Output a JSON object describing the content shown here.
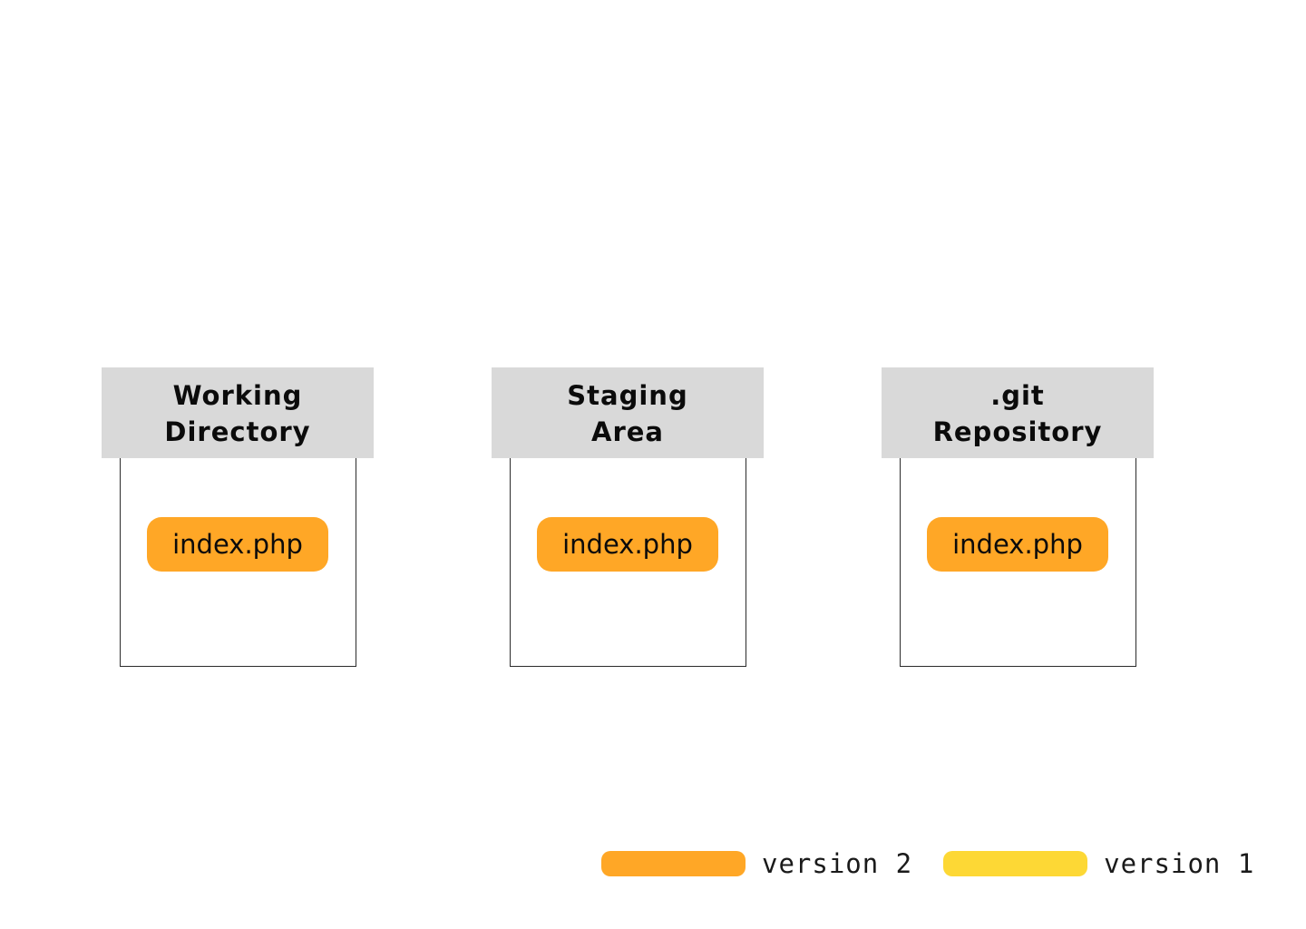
{
  "colors": {
    "version_2": "#ffa726",
    "version_1": "#fdd835",
    "header_bg": "#d9d9d9"
  },
  "areas": [
    {
      "title_line1": "Working",
      "title_line2": "Directory",
      "file": "index.php",
      "file_version": "version_2"
    },
    {
      "title_line1": "Staging",
      "title_line2": "Area",
      "file": "index.php",
      "file_version": "version_2"
    },
    {
      "title_line1": ".git",
      "title_line2": "Repository",
      "file": "index.php",
      "file_version": "version_2"
    }
  ],
  "legend": [
    {
      "label": "version 2",
      "color": "#ffa726"
    },
    {
      "label": "version 1",
      "color": "#fdd835"
    }
  ]
}
